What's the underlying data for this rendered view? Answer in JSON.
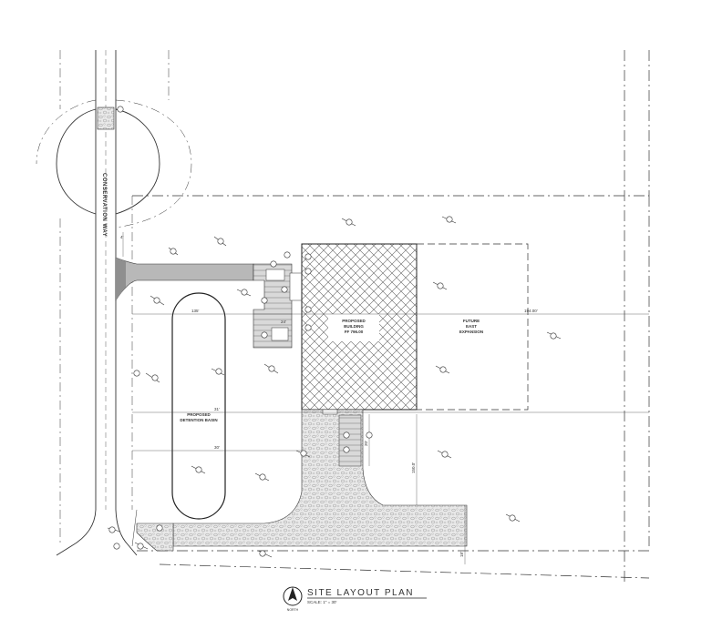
{
  "labels": {
    "road": "CONSERVATION WAY",
    "building_line1": "PROPOSED",
    "building_line2": "BUILDING",
    "building_line3": "FF 796.00",
    "expansion_line1": "FUTURE",
    "expansion_line2": "EAST",
    "expansion_line3": "EXPANSION",
    "basin_line1": "PROPOSED",
    "basin_line2": "DETENTION BASIN"
  },
  "dimensions": {
    "d_top": "135'",
    "d_right": "194.00'",
    "d_mid": "31'",
    "d_low": "30'",
    "d_vert1": "150.0'",
    "d_vert2": "18'",
    "d_vert3": "20'",
    "d_small1": "4'",
    "d_small2": "24'"
  },
  "title_block": {
    "title": "SITE LAYOUT PLAN",
    "scale": "SCALE: 1\" = 30'",
    "north": "NORTH"
  },
  "colors": {
    "line": "#333333",
    "hatch": "#555555",
    "shade": "#bdbdbd",
    "dark_shade": "#9a9a9a",
    "paper": "#ffffff"
  },
  "icons": {
    "north_arrow": "north-arrow-icon",
    "callout": "keynote-callout-icon"
  }
}
